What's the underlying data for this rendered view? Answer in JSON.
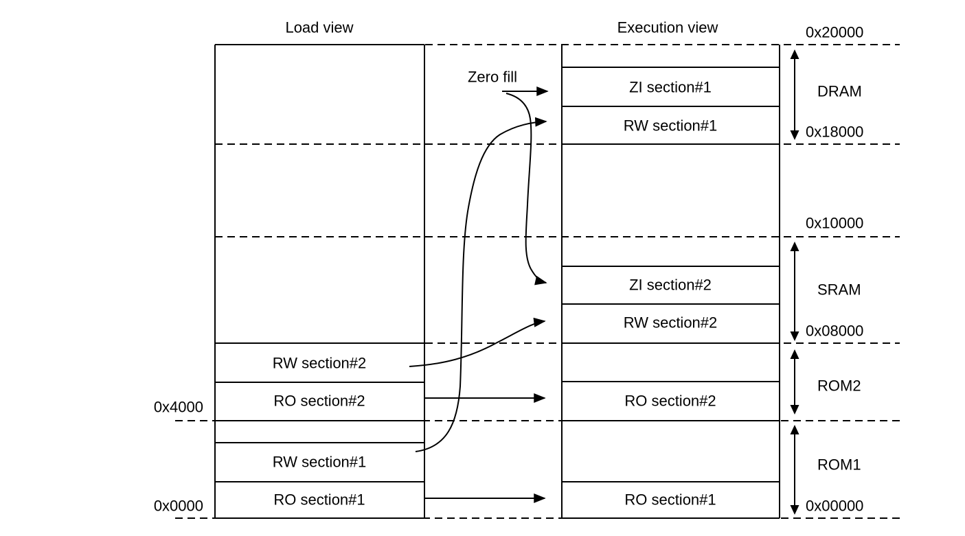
{
  "diagram": {
    "load_view": {
      "title": "Load view",
      "sections": [
        {
          "label": "RW section#2"
        },
        {
          "label": "RO section#2"
        },
        {
          "label": "RW section#1"
        },
        {
          "label": "RO section#1"
        }
      ]
    },
    "execution_view": {
      "title": "Execution view",
      "sections": [
        {
          "label": "ZI section#1"
        },
        {
          "label": "RW section#1"
        },
        {
          "label": "ZI section#2"
        },
        {
          "label": "RW section#2"
        },
        {
          "label": "RO section#2"
        },
        {
          "label": "RO section#1"
        }
      ]
    },
    "zero_fill_label": "Zero fill",
    "left_addresses": [
      {
        "label": "0x4000"
      },
      {
        "label": "0x0000"
      }
    ],
    "right_addresses": [
      {
        "label": "0x20000"
      },
      {
        "label": "0x18000"
      },
      {
        "label": "0x10000"
      },
      {
        "label": "0x08000"
      },
      {
        "label": "0x00000"
      }
    ],
    "regions": [
      {
        "label": "DRAM"
      },
      {
        "label": "SRAM"
      },
      {
        "label": "ROM2"
      },
      {
        "label": "ROM1"
      }
    ],
    "colors": {
      "line": "#000000",
      "text": "#000000",
      "background": "#ffffff"
    }
  }
}
